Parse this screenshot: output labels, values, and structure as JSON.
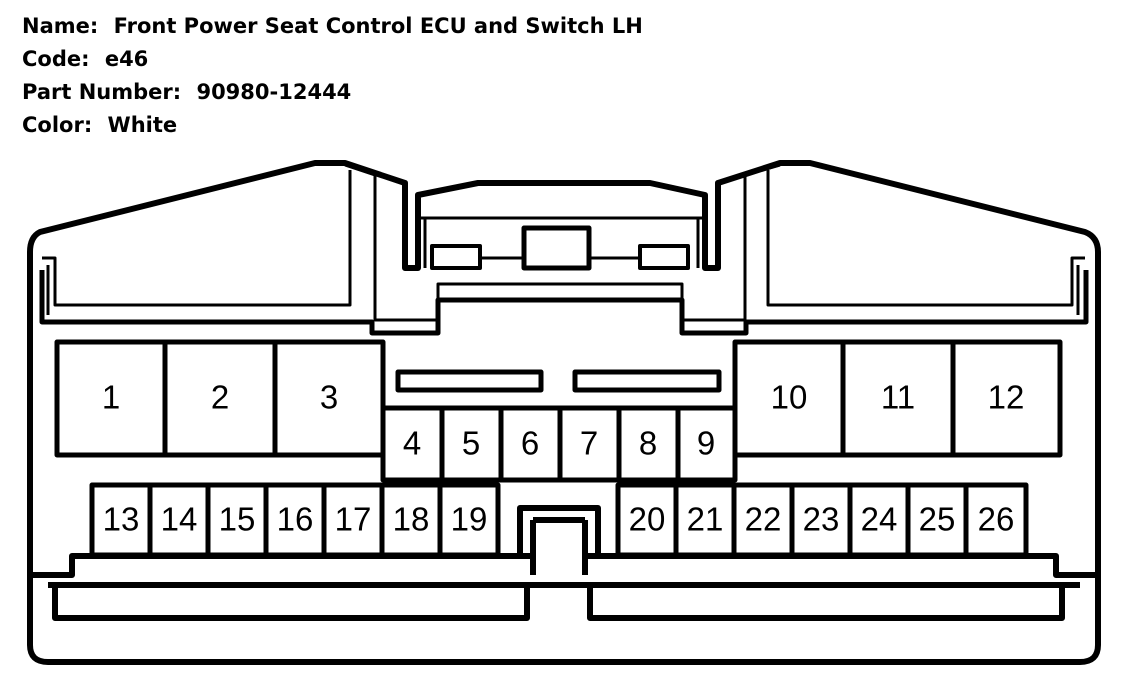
{
  "info": {
    "name_label": "Name:",
    "name": "Front Power Seat Control ECU and Switch LH",
    "code_label": "Code:",
    "code": "e46",
    "part_label": "Part Number:",
    "part_number": "90980-12444",
    "color_label": "Color:",
    "color": "White"
  },
  "pins": {
    "p1": "1",
    "p2": "2",
    "p3": "3",
    "p4": "4",
    "p5": "5",
    "p6": "6",
    "p7": "7",
    "p8": "8",
    "p9": "9",
    "p10": "10",
    "p11": "11",
    "p12": "12",
    "p13": "13",
    "p14": "14",
    "p15": "15",
    "p16": "16",
    "p17": "17",
    "p18": "18",
    "p19": "19",
    "p20": "20",
    "p21": "21",
    "p22": "22",
    "p23": "23",
    "p24": "24",
    "p25": "25",
    "p26": "26"
  },
  "colors": {
    "line": "#000000",
    "background": "#ffffff"
  }
}
